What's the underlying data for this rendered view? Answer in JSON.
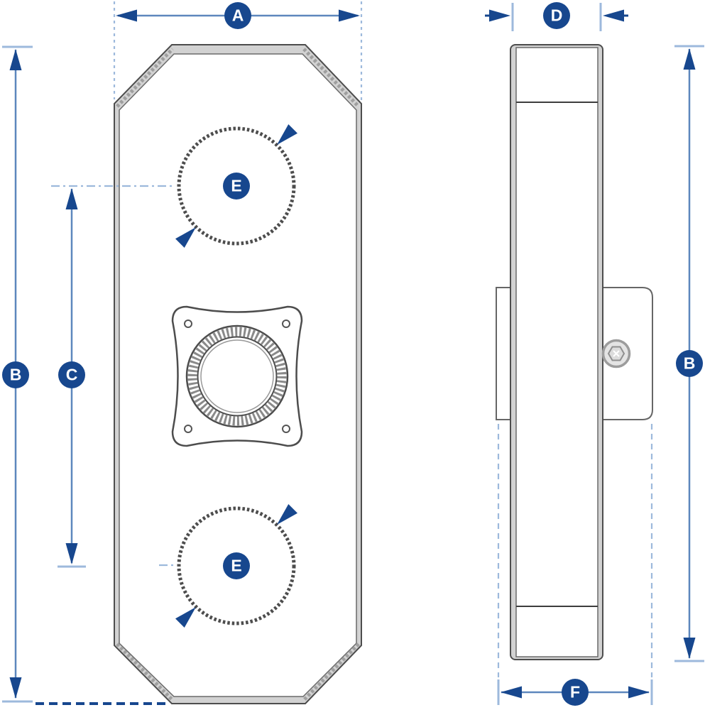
{
  "diagram": {
    "kind": "product-dimension-drawing",
    "badges": {
      "a": "A",
      "b_left": "B",
      "c": "C",
      "e_top": "E",
      "e_bottom": "E",
      "d": "D",
      "b_right": "B",
      "f": "F"
    },
    "colors": {
      "badge_navy": "#17478e",
      "dimension_line_blue": "#5d87bd",
      "extension_line_blue": "#9db9dc",
      "outline_gray": "#4d4d4d",
      "surface_gray": "#d2d2d2",
      "background": "#ffffff"
    }
  }
}
